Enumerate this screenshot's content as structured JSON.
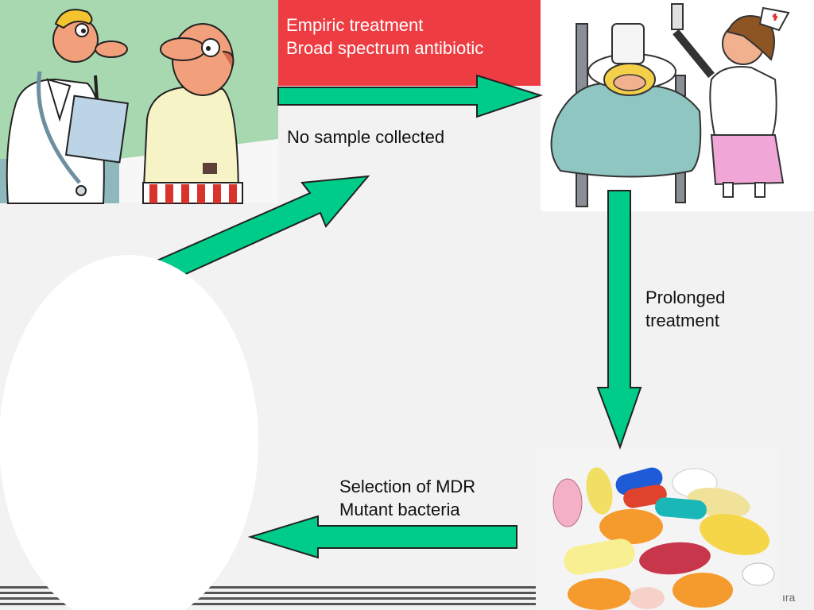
{
  "slide": {
    "background": "#f2f2f2",
    "accent_arrow_color": "#00cc8a",
    "header_box_color": "#ee3c43"
  },
  "labels": {
    "empiric_line1": "Empiric treatment",
    "empiric_line2": "Broad spectrum antibiotic",
    "no_sample": "No sample collected",
    "prolonged_line1": "Prolonged",
    "prolonged_line2": "treatment",
    "selection_line1": "Selection of MDR",
    "selection_line2": "Mutant bacteria"
  },
  "illustrations": {
    "doctor_patient": "doctor-and-patient-cartoon",
    "nurse_bed": "nurse-with-patient-in-bed-cartoon",
    "pills": "assorted-pills-photo"
  },
  "footer": {
    "logo_text": "ıra"
  }
}
